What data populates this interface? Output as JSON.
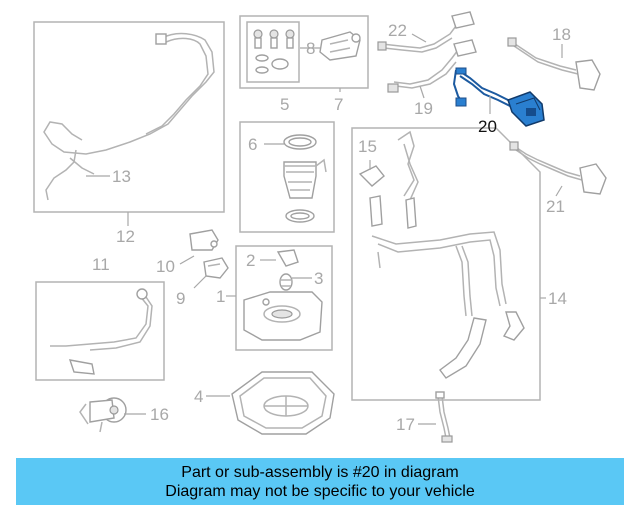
{
  "diagram": {
    "callouts": {
      "c1": "1",
      "c2": "2",
      "c3": "3",
      "c4": "4",
      "c5": "5",
      "c6": "6",
      "c7": "7",
      "c8": "8",
      "c9": "9",
      "c10": "10",
      "c11": "11",
      "c12": "12",
      "c13": "13",
      "c14": "14",
      "c15": "15",
      "c16": "16",
      "c17": "17",
      "c18": "18",
      "c19": "19",
      "c20": "20",
      "c21": "21",
      "c22": "22"
    },
    "highlighted_part": "20",
    "colors": {
      "highlight": "#2a7fd0",
      "banner": "#5ac8f5",
      "line": "#b3b3b3"
    }
  },
  "banner": {
    "line1": "Part or sub-assembly is #20 in diagram",
    "line2": "Diagram may not be specific to your vehicle"
  }
}
